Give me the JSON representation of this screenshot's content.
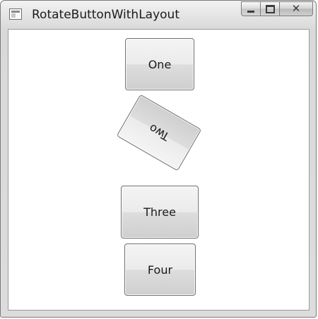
{
  "window": {
    "title": "RotateButtonWithLayout"
  },
  "buttons": [
    {
      "label": "One",
      "rotation_deg": 0
    },
    {
      "label": "Two",
      "rotation_deg": -150
    },
    {
      "label": "Three",
      "rotation_deg": 0
    },
    {
      "label": "Four",
      "rotation_deg": 0
    }
  ],
  "icons": {
    "app": "app-window-icon",
    "minimize": "minimize-icon",
    "maximize": "maximize-icon",
    "close": "close-icon",
    "close_glyph": "✕"
  },
  "colors": {
    "chrome": "#dcdcdc",
    "client_background": "#ffffff",
    "button_border": "#707070"
  }
}
